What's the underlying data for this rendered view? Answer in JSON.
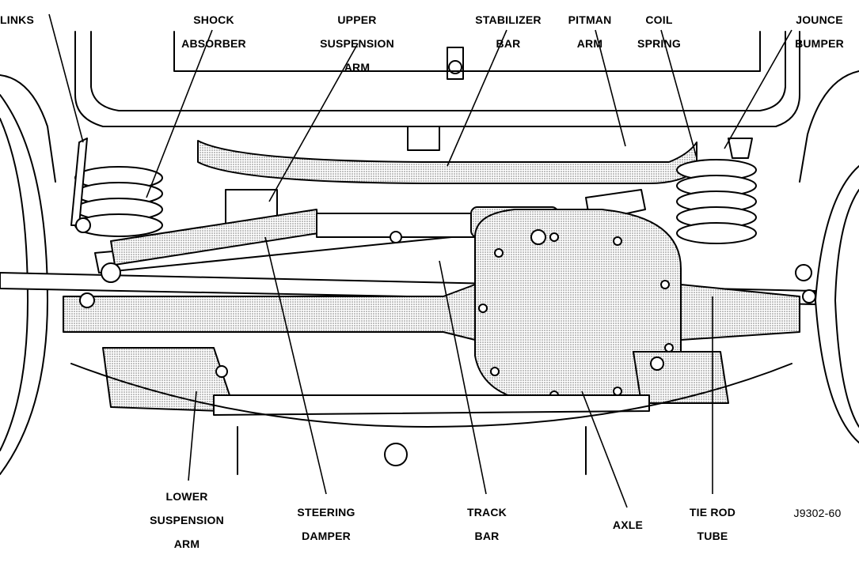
{
  "figure_id": "J9302-60",
  "labels": {
    "links": [
      "LINKS"
    ],
    "shock_absorber": [
      "SHOCK",
      "ABSORBER"
    ],
    "upper_suspension_arm": [
      "UPPER",
      "SUSPENSION",
      "ARM"
    ],
    "stabilizer_bar": [
      "STABILIZER",
      "BAR"
    ],
    "pitman_arm": [
      "PITMAN",
      "ARM"
    ],
    "coil_spring": [
      "COIL",
      "SPRING"
    ],
    "jounce_bumper": [
      "JOUNCE",
      "BUMPER"
    ],
    "lower_suspension_arm": [
      "LOWER",
      "SUSPENSION",
      "ARM"
    ],
    "steering_damper": [
      "STEERING",
      "DAMPER"
    ],
    "track_bar": [
      "TRACK",
      "BAR"
    ],
    "axle": [
      "AXLE"
    ],
    "tie_rod_tube": [
      "TIE ROD",
      "TUBE"
    ]
  }
}
